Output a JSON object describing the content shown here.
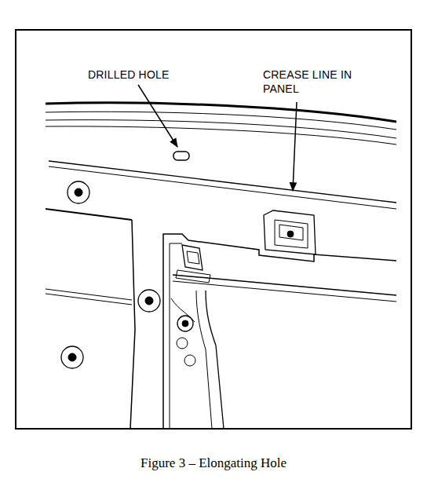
{
  "diagram": {
    "caption": "Figure 3 – Elongating Hole",
    "labels": [
      "DRILLED HOLE",
      "CREASE LINE IN PANEL"
    ]
  }
}
